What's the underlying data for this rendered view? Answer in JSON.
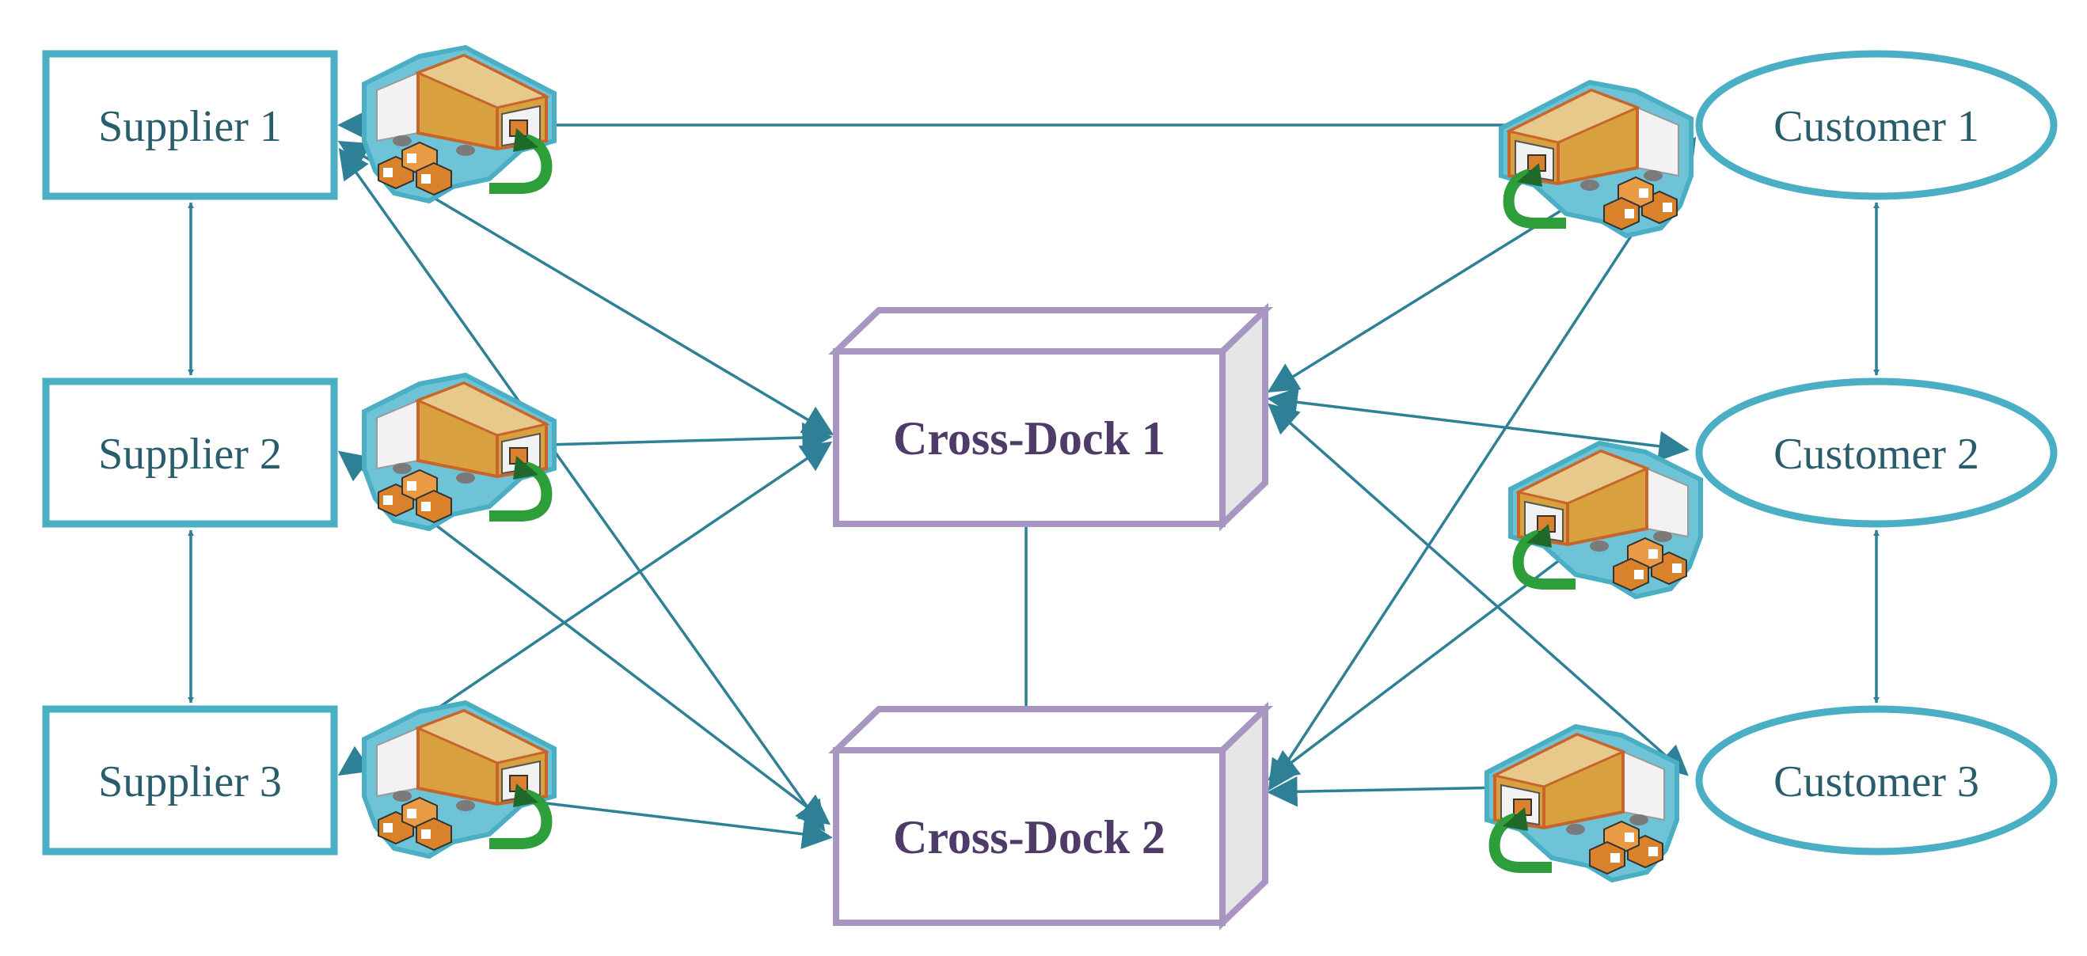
{
  "colors": {
    "supplier_border": "#4aaec4",
    "customer_border": "#4aaec4",
    "dock_border": "#a895c2",
    "dock_side": "#e6e6e6",
    "connector": "#2e8096",
    "label_text": "#2a5d6b",
    "dock_text": "#4e3b69",
    "truck_box": "#d9a040",
    "truck_edge": "#c8652a",
    "arrow_green": "#2e9e3a"
  },
  "suppliers": [
    {
      "label": "Supplier 1"
    },
    {
      "label": "Supplier 2"
    },
    {
      "label": "Supplier 3"
    }
  ],
  "customers": [
    {
      "label": "Customer 1"
    },
    {
      "label": "Customer 2"
    },
    {
      "label": "Customer 3"
    }
  ],
  "cross_docks": [
    {
      "label": "Cross-Dock 1"
    },
    {
      "label": "Cross-Dock 2"
    }
  ],
  "icons": [
    "delivery-truck-icon"
  ]
}
